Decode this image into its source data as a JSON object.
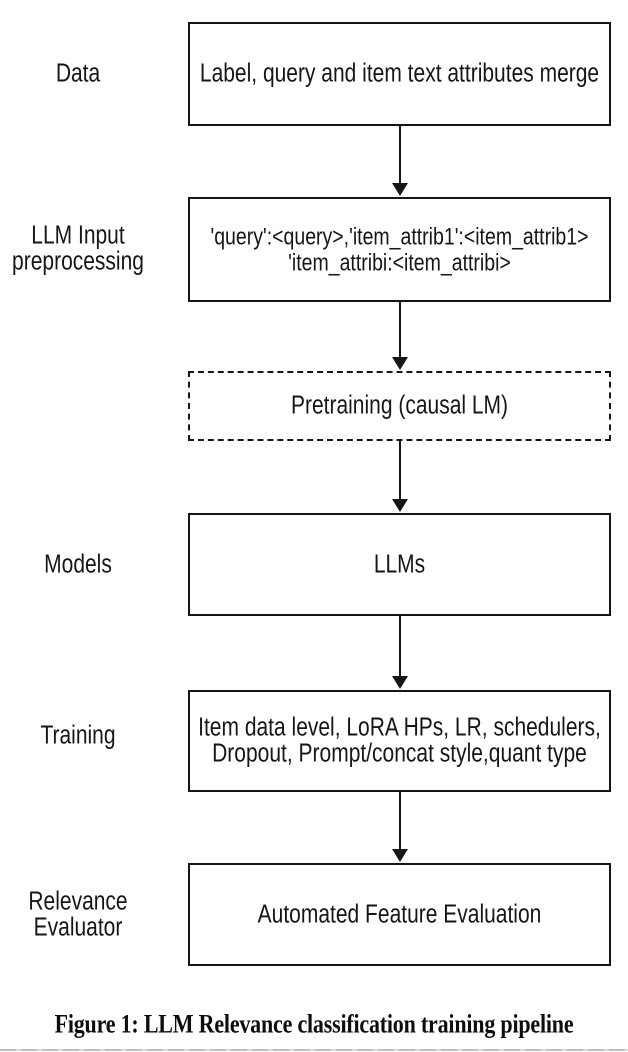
{
  "figure": {
    "labels": {
      "data": "Data",
      "llm_input_line1": "LLM Input",
      "llm_input_line2": "preprocessing",
      "models": "Models",
      "training": "Training",
      "relevance_line1": "Relevance",
      "relevance_line2": "Evaluator"
    },
    "boxes": {
      "data_merge": "Label, query and item text attributes merge",
      "preprocess_line1": "'query':<query>,'item_attrib1':<item_attrib1>",
      "preprocess_line2": "'item_attribi:<item_attribi>",
      "pretraining": "Pretraining (causal LM)",
      "models": "LLMs",
      "training_line1": "Item data level, LoRA HPs, LR, schedulers,",
      "training_line2": "Dropout, Prompt/concat style,quant type",
      "evaluator": "Automated Feature Evaluation"
    },
    "caption": "Figure 1: LLM Relevance classification training pipeline",
    "colors": {
      "line": "#161616",
      "background": "#ffffff",
      "text": "#161616",
      "separator": "#bfbfbf"
    }
  }
}
